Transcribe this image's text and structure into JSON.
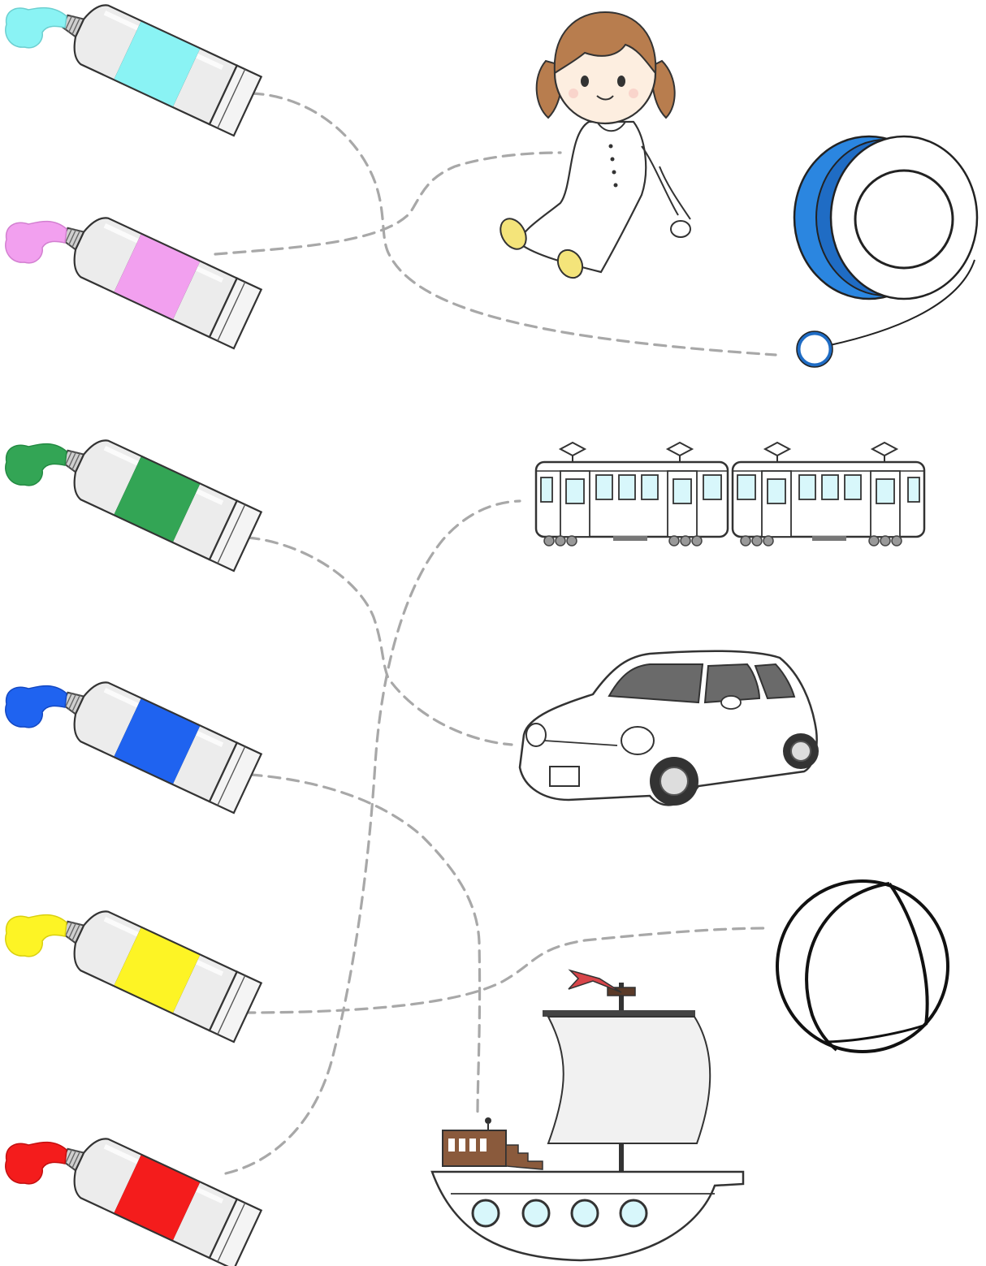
{
  "colors": {
    "cyan": "#8af3f4",
    "pink": "#f2a0ef",
    "green": "#33a555",
    "blue": "#1f63f0",
    "yellow": "#fdf425",
    "red": "#f41c1c",
    "dashed_line": "#a8a8a8",
    "tube_body": "#ececec",
    "yoyo_blue": "#2b86e0",
    "train_window": "#d8f7fb",
    "ship_hull_brown": "#8a5a3c",
    "flag_red": "#d8454a"
  },
  "paint_tubes": [
    {
      "color_name": "cyan",
      "icon": "paint-tube-icon"
    },
    {
      "color_name": "pink",
      "icon": "paint-tube-icon"
    },
    {
      "color_name": "green",
      "icon": "paint-tube-icon"
    },
    {
      "color_name": "blue",
      "icon": "paint-tube-icon"
    },
    {
      "color_name": "yellow",
      "icon": "paint-tube-icon"
    },
    {
      "color_name": "red",
      "icon": "paint-tube-icon"
    }
  ],
  "toys": [
    {
      "name": "doll",
      "icon": "doll-icon"
    },
    {
      "name": "yoyo",
      "icon": "yoyo-icon"
    },
    {
      "name": "train",
      "icon": "train-icon"
    },
    {
      "name": "car",
      "icon": "car-icon"
    },
    {
      "name": "ball",
      "icon": "ball-icon"
    },
    {
      "name": "ship",
      "icon": "ship-icon"
    }
  ],
  "connections": [
    {
      "tube": "cyan",
      "toy": "yoyo"
    },
    {
      "tube": "pink",
      "toy": "doll"
    },
    {
      "tube": "green",
      "toy": "car"
    },
    {
      "tube": "blue",
      "toy": "ship"
    },
    {
      "tube": "yellow",
      "toy": "ball"
    },
    {
      "tube": "red",
      "toy": "train"
    }
  ]
}
